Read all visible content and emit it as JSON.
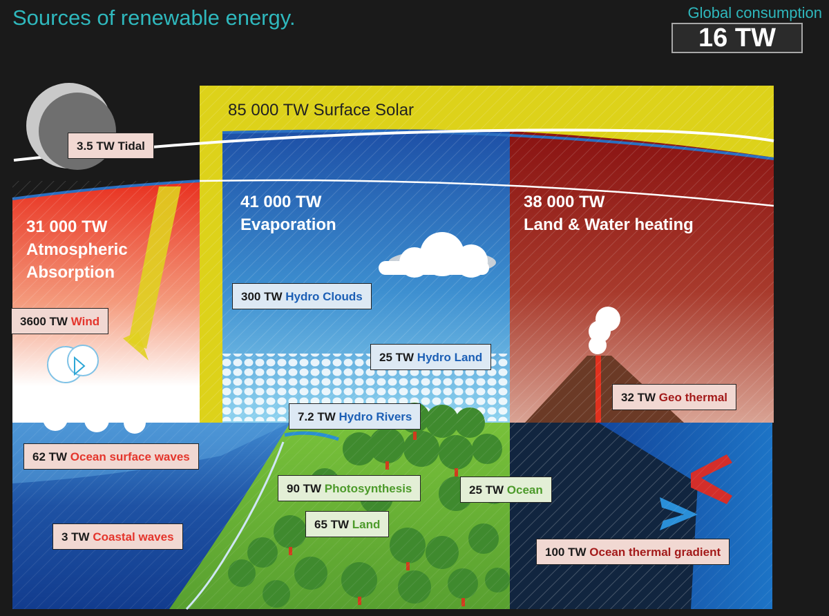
{
  "title": "Sources of renewable energy.",
  "global": {
    "label": "Global consumption",
    "value": "16 TW"
  },
  "regions": {
    "solar": "85 000 TW Surface Solar",
    "evap_value": "41 000 TW",
    "evap_name": "Evaporation",
    "heat_value": "38 000 TW",
    "heat_name": "Land & Water heating",
    "atm_value": "31 000 TW",
    "atm_name1": "Atmospheric",
    "atm_name2": "Absorption"
  },
  "sources": {
    "tidal": {
      "value": "3.5 TW",
      "name": "Tidal"
    },
    "wind": {
      "value": "3600 TW",
      "name": "Wind"
    },
    "hydro_clouds": {
      "value": "300 TW",
      "name": "Hydro Clouds"
    },
    "hydro_land": {
      "value": "25 TW",
      "name": "Hydro Land"
    },
    "geo": {
      "value": "32 TW",
      "name": "Geo thermal"
    },
    "hydro_rivers": {
      "value": "7.2 TW",
      "name": "Hydro Rivers"
    },
    "ocean_waves": {
      "value": "62 TW",
      "name": "Ocean surface waves"
    },
    "photo": {
      "value": "90 TW",
      "name": "Photosynthesis"
    },
    "ocean_photo": {
      "value": "25 TW",
      "name": "Ocean"
    },
    "land_photo": {
      "value": "65 TW",
      "name": "Land"
    },
    "coastal": {
      "value": "3 TW",
      "name": "Coastal waves"
    },
    "otg": {
      "value": "100 TW",
      "name": "Ocean thermal gradient"
    }
  },
  "colors": {
    "accent": "#2fb8bd",
    "solar": "#ddd21a",
    "evaporation": "#2a63b5",
    "heating": "#9c1a18",
    "atmosphere": "#ea3d2a",
    "ocean": "#133f90",
    "land": "#6fb83a"
  }
}
